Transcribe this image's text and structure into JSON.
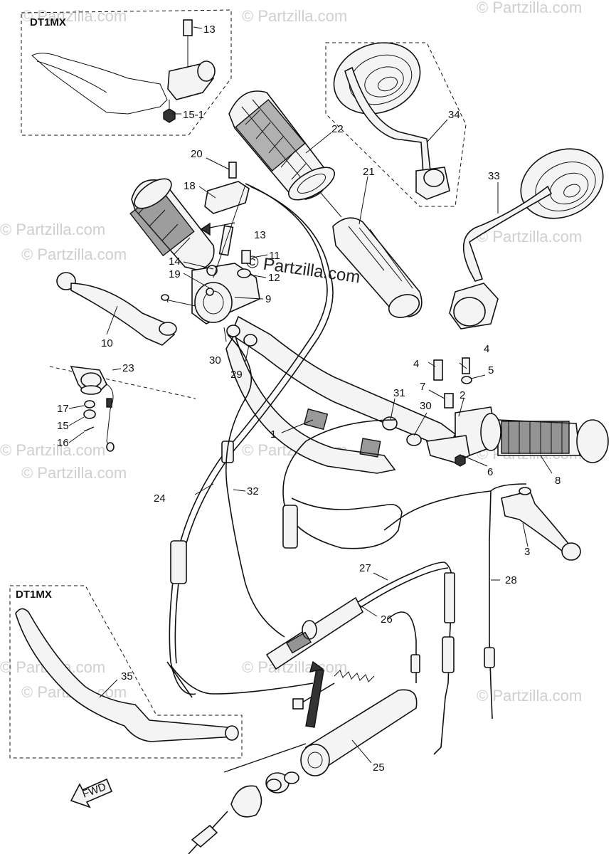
{
  "watermark": "© Partzilla.com",
  "watermark_center": "© Partzilla.com",
  "fwd_label": "FWD",
  "variant_tag": "DT1MX",
  "callouts": {
    "p1": "1",
    "p2": "2",
    "p3": "3",
    "p4a": "4",
    "p4b": "4",
    "p5": "5",
    "p6": "6",
    "p7": "7",
    "p8": "8",
    "p9": "9",
    "p10": "10",
    "p11": "11",
    "p12": "12",
    "p13a": "13",
    "p13b": "13",
    "p14": "14",
    "p15": "15",
    "p15_1": "15-1",
    "p16": "16",
    "p17": "17",
    "p18": "18",
    "p19": "19",
    "p20": "20",
    "p21": "21",
    "p22": "22",
    "p23": "23",
    "p24": "24",
    "p25": "25",
    "p26": "26",
    "p27": "27",
    "p28": "28",
    "p29": "29",
    "p30a": "30",
    "p30b": "30",
    "p31": "31",
    "p32": "32",
    "p33": "33",
    "p34": "34",
    "p35": "35"
  }
}
